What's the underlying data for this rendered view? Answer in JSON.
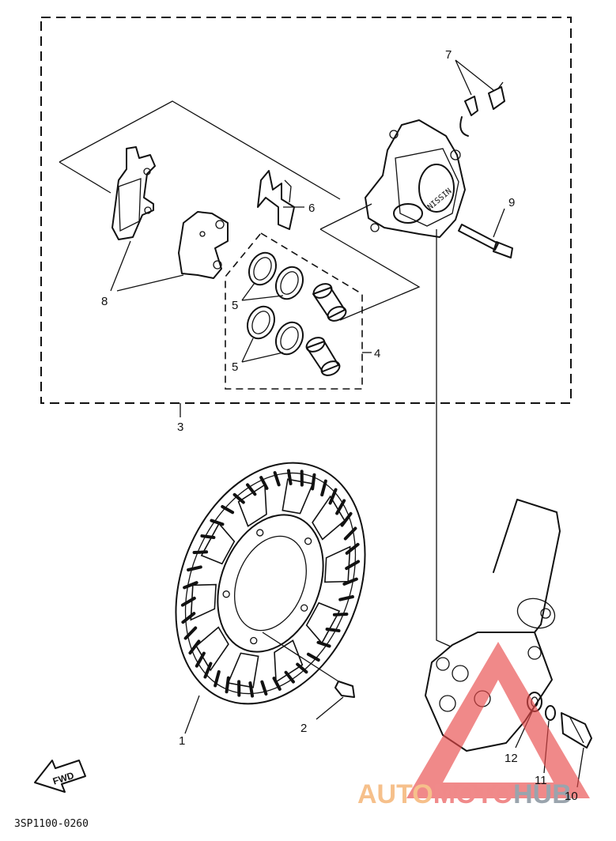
{
  "diagram": {
    "drawing_code": "3SP1100-0260",
    "fwd_label": "FWD",
    "callouts": {
      "c1": "1",
      "c2": "2",
      "c3": "3",
      "c4": "4",
      "c5a": "5",
      "c5b": "5",
      "c6": "6",
      "c7": "7",
      "c8": "8",
      "c9": "9",
      "c10": "10",
      "c11": "11",
      "c12": "12"
    },
    "caliper_marking": "NISSIN"
  },
  "watermark": {
    "part1": "AUTO",
    "part2": "MOTO",
    "part3": "HUB",
    "colors": {
      "auto": "#f6c08b",
      "moto": "#f08a8a",
      "hub": "#9aa4ad",
      "triangle": "#e84a4a"
    }
  }
}
